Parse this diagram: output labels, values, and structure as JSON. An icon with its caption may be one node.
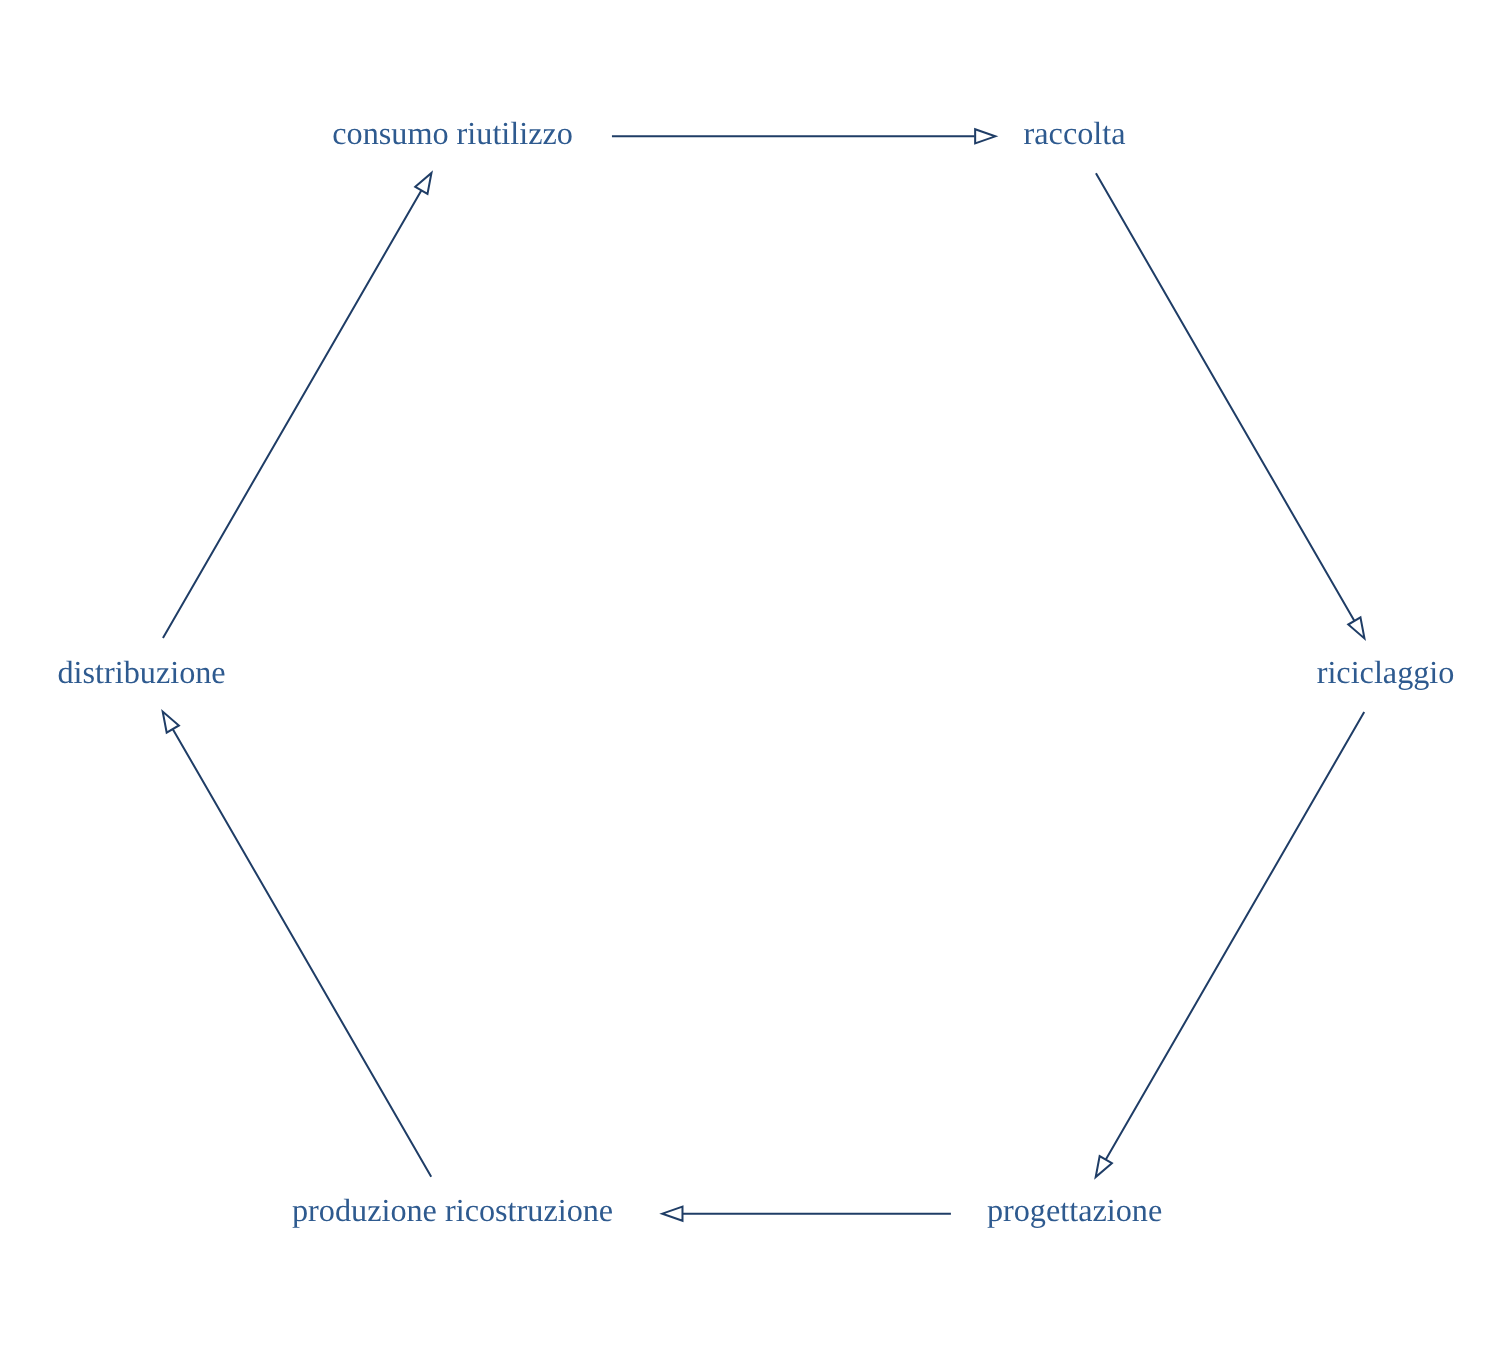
{
  "diagram": {
    "nodes": [
      {
        "text": [
          "progettazione"
        ]
      },
      {
        "text": [
          "produzione ricostruzione"
        ]
      },
      {
        "text": [
          "distribuzione"
        ]
      },
      {
        "text": [
          "consumo riutilizzo"
        ]
      },
      {
        "text": [
          "raccolta"
        ]
      },
      {
        "text": [
          "riciclaggio"
        ]
      }
    ],
    "edges": [
      {
        "from": 0,
        "to": 1,
        "arrow": "to"
      },
      {
        "from": 1,
        "to": 2,
        "arrow": "to"
      },
      {
        "from": 2,
        "to": 3,
        "arrow": "to"
      },
      {
        "from": 3,
        "to": 4,
        "arrow": "to"
      },
      {
        "from": 4,
        "to": 5,
        "arrow": "to"
      },
      {
        "from": 5,
        "to": 0,
        "arrow": "to"
      }
    ]
  }
}
